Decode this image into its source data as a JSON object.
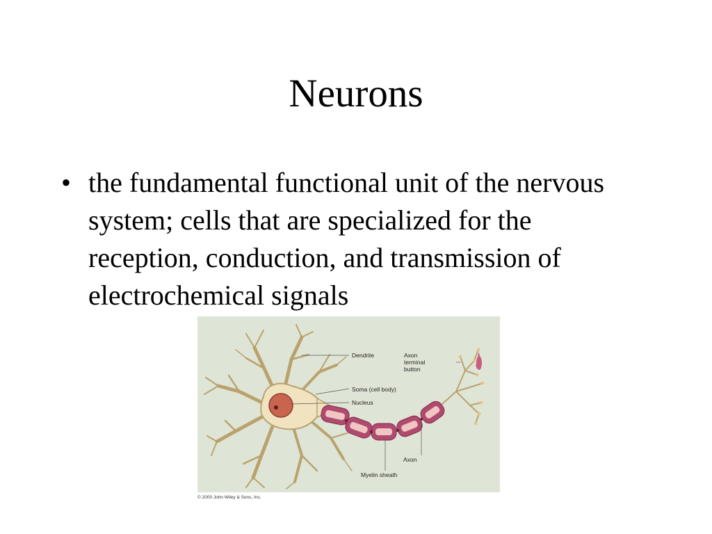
{
  "slide": {
    "title": "Neurons",
    "bullets": [
      {
        "marker": "•",
        "text": "the fundamental functional unit of the nervous system; cells that are specialized for the reception, conduction, and transmission of electrochemical signals"
      }
    ]
  },
  "figure": {
    "labels": {
      "dendrite": "Dendrite",
      "axon_terminal_1": "Axon",
      "axon_terminal_2": "terminal",
      "axon_terminal_3": "button",
      "soma": "Soma (cell body)",
      "nucleus": "Nucleus",
      "axon": "Axon",
      "myelin": "Myelin sheath"
    },
    "copyright": "© 2000 John Wiley & Sons, Inc.",
    "colors": {
      "background": "#dfe5d6",
      "cell_body": "#f1e3bf",
      "cell_outline": "#b9a26d",
      "nucleus": "#c9644e",
      "myelin": "#b04a6e",
      "myelin_inner": "#efc6c2"
    }
  }
}
